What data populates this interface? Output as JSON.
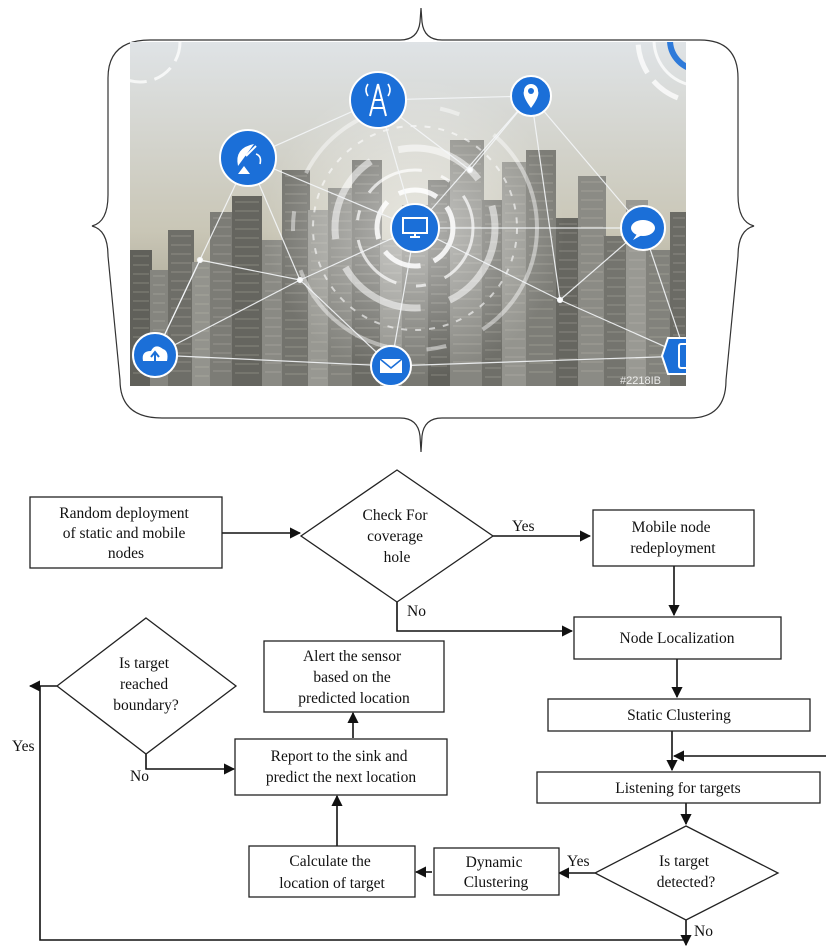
{
  "colors": {
    "icon_blue": "#1b6fd8",
    "icon_blue_dark": "#0f4fa8",
    "sky_top": "#d9dde0",
    "sky_bottom": "#b7b09a",
    "building": "#7d7d78",
    "network_line": "#f4f6f8",
    "stroke": "#222222"
  },
  "illustration": {
    "icons": [
      "satellite-dish-icon",
      "cell-tower-icon",
      "location-pin-icon",
      "chat-bubble-icon",
      "monitor-icon",
      "cloud-upload-icon",
      "envelope-icon",
      "smartphone-icon"
    ],
    "watermark": "#2218IB"
  },
  "flowchart": {
    "nodes": {
      "random_deployment": [
        "Random deployment",
        "of static and mobile",
        "nodes"
      ],
      "check_coverage_hole": [
        "Check For",
        "coverage",
        "hole"
      ],
      "mobile_redeployment": [
        "Mobile node",
        "redeployment"
      ],
      "node_localization": [
        "Node Localization"
      ],
      "static_clustering": [
        "Static Clustering"
      ],
      "listening_targets": [
        "Listening for targets"
      ],
      "is_target_detected": [
        "Is target",
        "detected?"
      ],
      "dynamic_clustering": [
        "Dynamic",
        "Clustering"
      ],
      "calculate_location": [
        "Calculate the",
        "location of target"
      ],
      "report_sink": [
        "Report to the sink and",
        "predict the next location"
      ],
      "alert_sensor": [
        "Alert the sensor",
        "based on the",
        "predicted location"
      ],
      "is_target_boundary": [
        "Is target",
        "reached",
        "boundary?"
      ]
    },
    "edge_labels": {
      "coverage_yes": "Yes",
      "coverage_no": "No",
      "detected_yes": "Yes",
      "detected_no": "No",
      "boundary_yes": "Yes",
      "boundary_no": "No"
    }
  }
}
